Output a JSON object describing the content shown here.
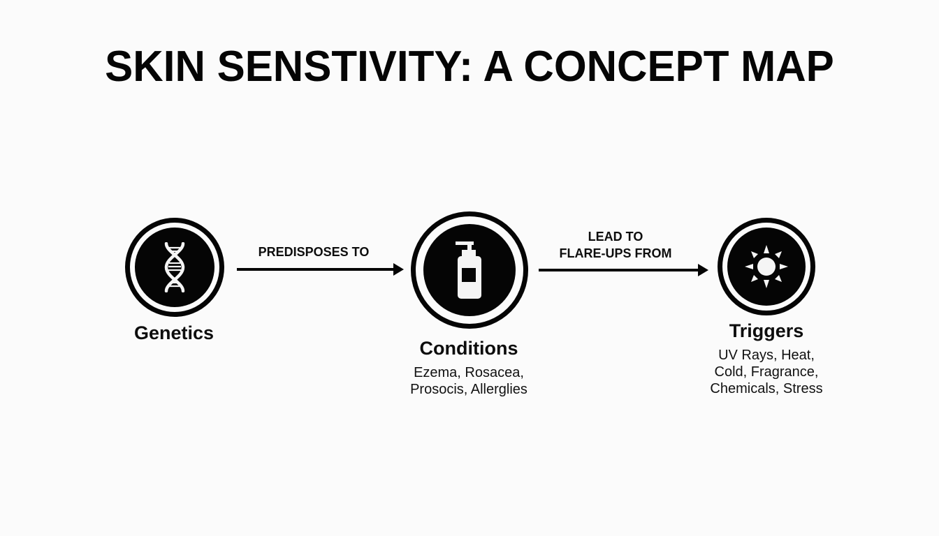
{
  "title": "SKIN SENSTIVITY: A CONCEPT MAP",
  "nodes": [
    {
      "id": "genetics",
      "label": "Genetics",
      "icon": "dna-icon",
      "description": ""
    },
    {
      "id": "conditions",
      "label": "Conditions",
      "icon": "lotion-bottle-icon",
      "description_lines": [
        "Ezema, Rosacea,",
        "Prosocis, Allerglies"
      ]
    },
    {
      "id": "triggers",
      "label": "Triggers",
      "icon": "sun-icon",
      "description_lines": [
        "UV Rays, Heat,",
        "Cold, Fragrance,",
        "Chemicals, Stress"
      ]
    }
  ],
  "edges": [
    {
      "from": "genetics",
      "to": "conditions",
      "label_lines": [
        "PREDISPOSES TO"
      ]
    },
    {
      "from": "conditions",
      "to": "triggers",
      "label_lines": [
        "LEAD TO",
        "FLARE-UPS FROM"
      ]
    }
  ],
  "colors": {
    "background": "#fbfbfb",
    "foreground": "#050505",
    "icon": "#f5f5f5"
  }
}
